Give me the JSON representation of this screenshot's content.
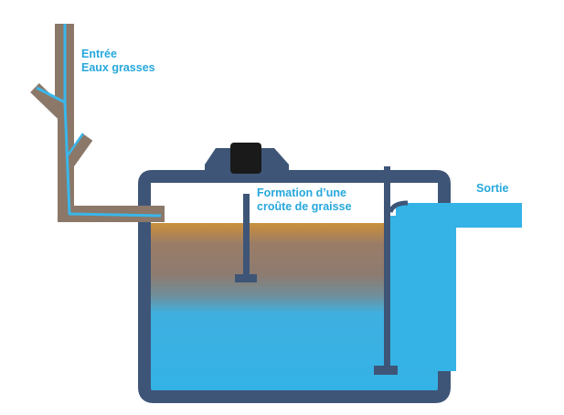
{
  "labels": {
    "inlet_line1": "Entrée",
    "inlet_line2": "Eaux grasses",
    "crust_line1": "Formation d’une",
    "crust_line2": "croûte de graisse",
    "outlet": "Sortie"
  },
  "colors": {
    "label_text": "#26a8dc",
    "tank_wall": "#3e5577",
    "water": "#35b3e6",
    "grease_crust": "#c8923f",
    "greasy_water": "#8a7a6e",
    "pipe_brown": "#8b7869",
    "manhole_cover": "#1a1a1a"
  }
}
